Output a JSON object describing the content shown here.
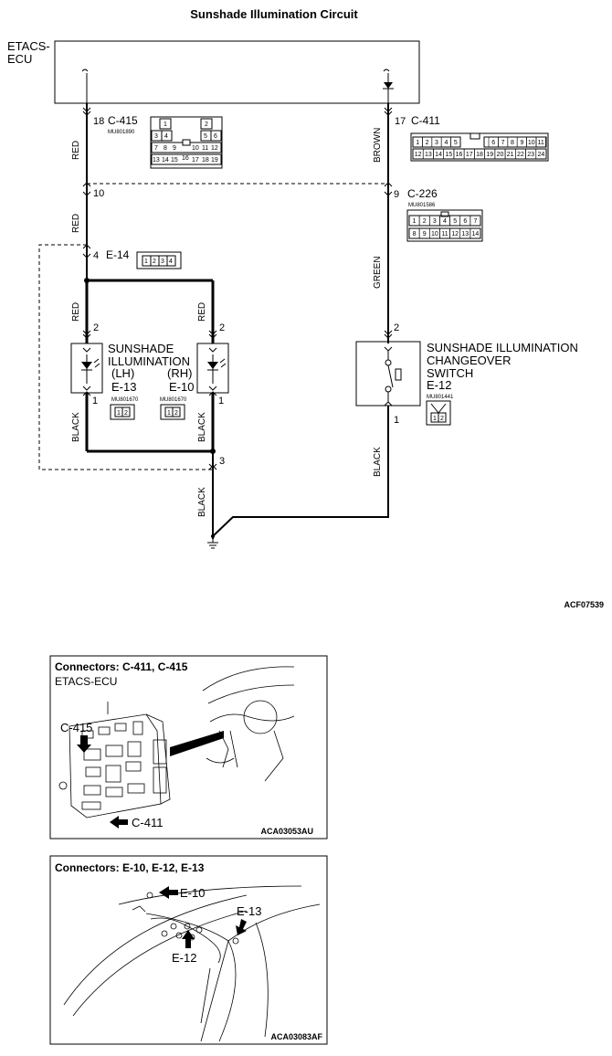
{
  "title": "Sunshade Illumination Circuit",
  "figure_ref": "ACF07539",
  "etacs": {
    "label_line1": "ETACS-",
    "label_line2": "ECU"
  },
  "left_branch": {
    "pin_top": "18",
    "connector_top": "C-415",
    "part_top": "MU801890",
    "wire_red_1": "RED",
    "pin_10": "10",
    "wire_red_2": "RED",
    "pin_4": "4",
    "connector_e14": "E-14",
    "wire_red_lh": "RED",
    "wire_red_rh": "RED",
    "pin_2_lh": "2",
    "pin_2_rh": "2",
    "pin_1_lh": "1",
    "pin_1_rh": "1",
    "wire_black_lh": "BLACK",
    "wire_black_rh": "BLACK",
    "pin_3": "3",
    "wire_black_gnd": "BLACK"
  },
  "c415_cells": [
    "1",
    "2",
    "3",
    "4",
    "5",
    "6",
    "7",
    "8",
    "9",
    "10",
    "11",
    "12",
    "13",
    "14",
    "15",
    "16",
    "17",
    "18",
    "19"
  ],
  "e14_cells": [
    "1",
    "2",
    "3",
    "4"
  ],
  "sunshade": {
    "line1": "SUNSHADE",
    "line2": "ILLUMINATION",
    "lh": "(LH)",
    "rh": "(RH)",
    "e13": "E-13",
    "e10": "E-10",
    "part_lh": "MU801670",
    "part_rh": "MU801670"
  },
  "right_branch": {
    "pin_top": "17",
    "connector_top": "C-411",
    "wire_brown": "BROWN",
    "pin_9": "9",
    "connector_c226": "C-226",
    "part_c226": "MU801586",
    "wire_green": "GREEN",
    "pin_2": "2",
    "pin_1": "1",
    "wire_black": "BLACK"
  },
  "c411_cells": [
    "1",
    "2",
    "3",
    "4",
    "5",
    "6",
    "7",
    "8",
    "9",
    "10",
    "11",
    "12",
    "13",
    "14",
    "15",
    "16",
    "17",
    "18",
    "19",
    "20",
    "21",
    "22",
    "23",
    "24"
  ],
  "c226_cells": [
    "1",
    "2",
    "3",
    "4",
    "5",
    "6",
    "7",
    "8",
    "9",
    "10",
    "11",
    "12",
    "13",
    "14"
  ],
  "switch": {
    "line1": "SUNSHADE ILLUMINATION",
    "line2": "CHANGEOVER",
    "line3": "SWITCH",
    "connector": "E-12",
    "part": "MU801441"
  },
  "connector_cells_2": [
    "1",
    "2"
  ],
  "box1": {
    "heading": "Connectors: C-411, C-415",
    "subheading": "ETACS-ECU",
    "callout_c415": "C-415",
    "callout_c411": "C-411",
    "ref": "ACA03053AU"
  },
  "box2": {
    "heading": "Connectors: E-10, E-12, E-13",
    "callout_e10": "E-10",
    "callout_e13": "E-13",
    "callout_e12": "E-12",
    "ref": "ACA03083AF"
  }
}
